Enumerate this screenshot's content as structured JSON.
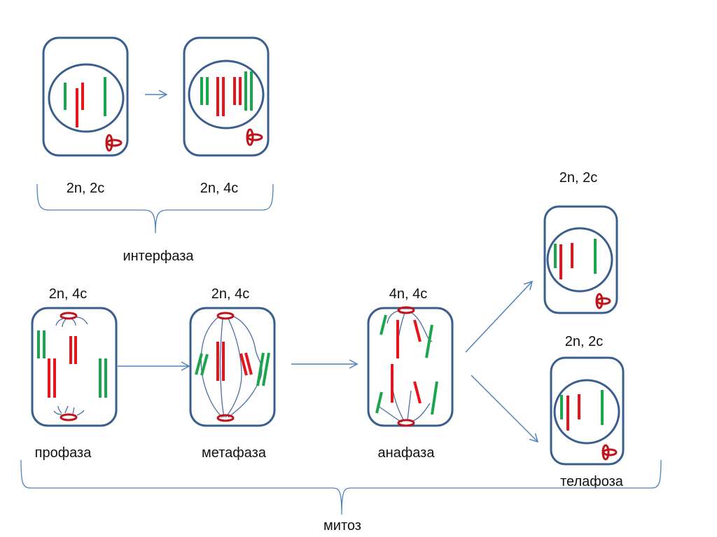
{
  "colors": {
    "cell_outline": "#3a5f8f",
    "chromosome_green": "#1aa64a",
    "chromosome_red": "#e8141c",
    "centriole": "#c0141c",
    "arrow": "#4f81bd"
  },
  "interphase": {
    "cell1_formula": "2n, 2c",
    "cell2_formula": "2n, 4c",
    "label": "интерфаза"
  },
  "mitosis": {
    "prophase": {
      "formula": "2n, 4c",
      "label": "профаза"
    },
    "metaphase": {
      "formula": "2n, 4c",
      "label": "метафаза"
    },
    "anaphase": {
      "formula": "4n, 4c",
      "label": "анафаза"
    },
    "telophase": {
      "upper_formula": "2n, 2c",
      "lower_formula": "2n, 2c",
      "label": "телафоза"
    },
    "label": "митоз"
  }
}
